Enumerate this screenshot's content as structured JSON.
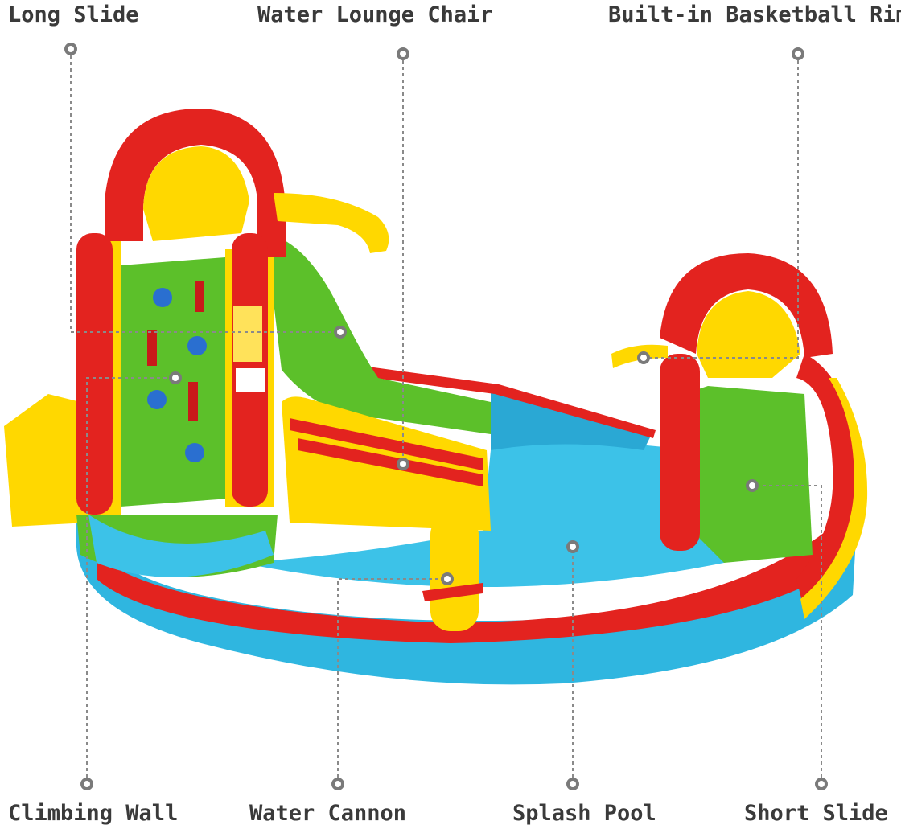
{
  "labels": {
    "long_slide": "Long Slide",
    "water_lounge_chair": "Water Lounge Chair",
    "basketball_rim": "Built-in Basketball Rim",
    "climbing_wall": "Climbing Wall",
    "water_cannon": "Water Cannon",
    "splash_pool": "Splash Pool",
    "short_slide": "Short Slide"
  },
  "colors": {
    "red": "#e3231f",
    "yellow": "#ffd800",
    "green": "#5cc02a",
    "blue": "#2fb6e0",
    "leader": "#8a8a8a",
    "text": "#3a3a3a"
  }
}
